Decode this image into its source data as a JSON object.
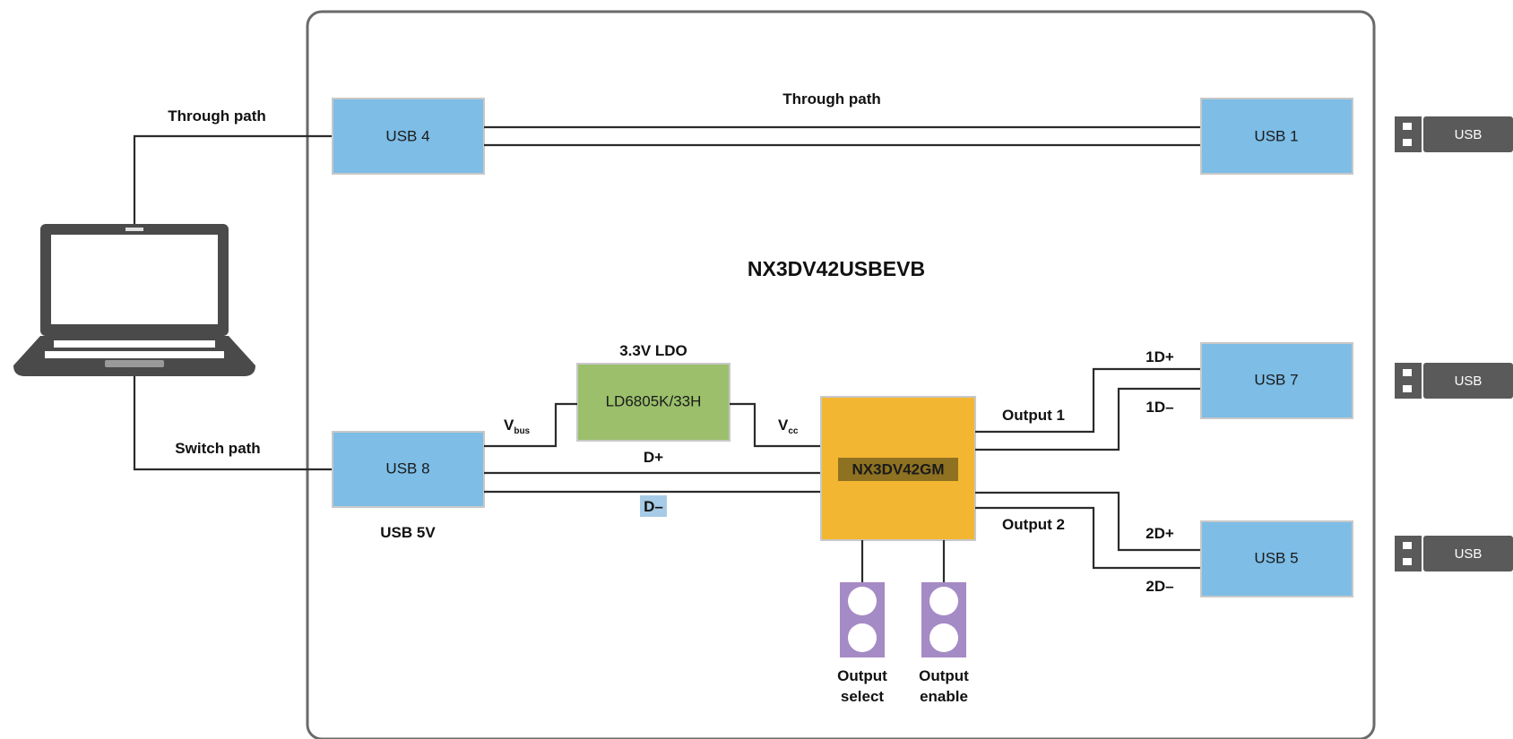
{
  "board": {
    "name": "NX3DV42USBEVB"
  },
  "colors": {
    "usb_block": "#7dbde6",
    "ldo_block": "#9bbf6b",
    "switch_block": "#f3b632",
    "jumper": "#a58bc5",
    "usb_stick": "#5a5a5a",
    "board_outline": "#6a6a6a"
  },
  "blocks": {
    "usb4": "USB 4",
    "usb1": "USB 1",
    "usb8": "USB 8",
    "usb7": "USB 7",
    "usb5": "USB 5",
    "ldo": "LD6805K/33H",
    "switch": "NX3DV42GM"
  },
  "labels": {
    "through_path_left": "Through path",
    "through_path_top": "Through path",
    "switch_path": "Switch path",
    "ldo_title": "3.3V LDO",
    "vbus_main": "V",
    "vbus_sub": "bus",
    "vcc_main": "V",
    "vcc_sub": "cc",
    "d_plus": "D+",
    "d_minus": "D–",
    "usb_5v": "USB 5V",
    "output1": "Output 1",
    "output2": "Output 2",
    "out1_dp": "1D+",
    "out1_dm": "1D–",
    "out2_dp": "2D+",
    "out2_dm": "2D–",
    "output_select_l1": "Output",
    "output_select_l2": "select",
    "output_enable_l1": "Output",
    "output_enable_l2": "enable"
  },
  "usb_sticks": [
    "USB",
    "USB",
    "USB"
  ],
  "icons": {
    "host": "laptop-icon",
    "device": "usb-stick-icon",
    "jumper": "jumper-header-icon"
  }
}
